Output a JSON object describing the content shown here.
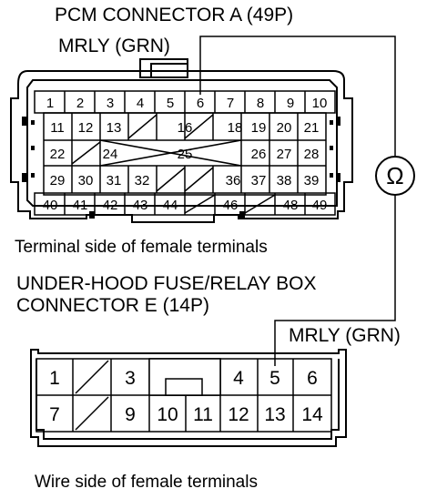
{
  "pcm": {
    "title": "PCM CONNECTOR A (49P)",
    "wire_label": "MRLY (GRN)",
    "caption": "Terminal side of female terminals",
    "rows": [
      [
        "1",
        "2",
        "3",
        "4",
        "5",
        "6",
        "7",
        "8",
        "9",
        "10"
      ],
      [
        "11",
        "12",
        "13",
        "",
        "16",
        "",
        "18",
        "19",
        "20",
        "21"
      ],
      [
        "22",
        "",
        "24",
        "",
        "25",
        "",
        "26",
        "27",
        "28"
      ],
      [
        "29",
        "30",
        "31",
        "32",
        "",
        "",
        "36",
        "37",
        "38",
        "39"
      ],
      [
        "40",
        "41",
        "42",
        "43",
        "44",
        "",
        "46",
        "",
        "48",
        "49"
      ]
    ]
  },
  "fuse_box": {
    "title_line1": "UNDER-HOOD FUSE/RELAY BOX",
    "title_line2": "CONNECTOR E (14P)",
    "wire_label": "MRLY (GRN)",
    "caption": "Wire side of female terminals",
    "top_row": [
      "1",
      "",
      "3",
      "",
      "4",
      "5",
      "6"
    ],
    "bottom_row": [
      "7",
      "",
      "9",
      "10",
      "11",
      "12",
      "13",
      "14"
    ]
  },
  "meter": {
    "symbol": "Ω"
  }
}
